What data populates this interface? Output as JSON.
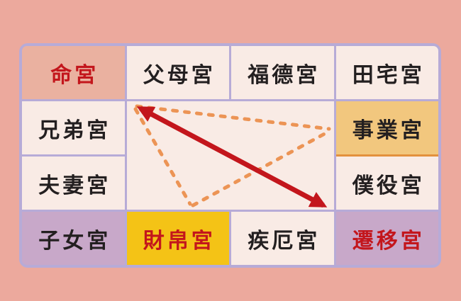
{
  "colors": {
    "page_bg": "#eca99d",
    "board_border": "#b7abd7",
    "cell_bg": "#f9ebe5",
    "life_bg": "#eab1a0",
    "career_bg": "#f2c77e",
    "career_underline": "#e3913d",
    "purple_bg": "#c8a8c9",
    "wealth_bg": "#f4c316",
    "red_text": "#c3161c",
    "black_text": "#231f20",
    "arrow_red": "#c3161c",
    "dash_orange": "#ec9455"
  },
  "cells": [
    {
      "id": "life-palace",
      "label": "命宮",
      "bg": "#eab1a0",
      "color": "#c3161c"
    },
    {
      "id": "parents-palace",
      "label": "父母宮",
      "bg": "#f9ebe5",
      "color": "#231f20"
    },
    {
      "id": "fortune-palace",
      "label": "福德宮",
      "bg": "#f9ebe5",
      "color": "#231f20"
    },
    {
      "id": "property-palace",
      "label": "田宅宮",
      "bg": "#f9ebe5",
      "color": "#231f20"
    },
    {
      "id": "siblings-palace",
      "label": "兄弟宮",
      "bg": "#f9ebe5",
      "color": "#231f20"
    },
    {
      "id": "career-palace",
      "label": "事業宮",
      "bg": "#f2c77e",
      "color": "#231f20",
      "underline": "#e3913d"
    },
    {
      "id": "spouse-palace",
      "label": "夫妻宮",
      "bg": "#f9ebe5",
      "color": "#231f20"
    },
    {
      "id": "servants-palace",
      "label": "僕役宮",
      "bg": "#f9ebe5",
      "color": "#231f20"
    },
    {
      "id": "children-palace",
      "label": "子女宮",
      "bg": "#c8a8c9",
      "color": "#231f20"
    },
    {
      "id": "wealth-palace",
      "label": "財帛宮",
      "bg": "#f4c316",
      "color": "#c3161c"
    },
    {
      "id": "health-palace",
      "label": "疾厄宮",
      "bg": "#f9ebe5",
      "color": "#231f20"
    },
    {
      "id": "travel-palace",
      "label": "遷移宮",
      "bg": "#c8a8c9",
      "color": "#c3161c"
    }
  ]
}
